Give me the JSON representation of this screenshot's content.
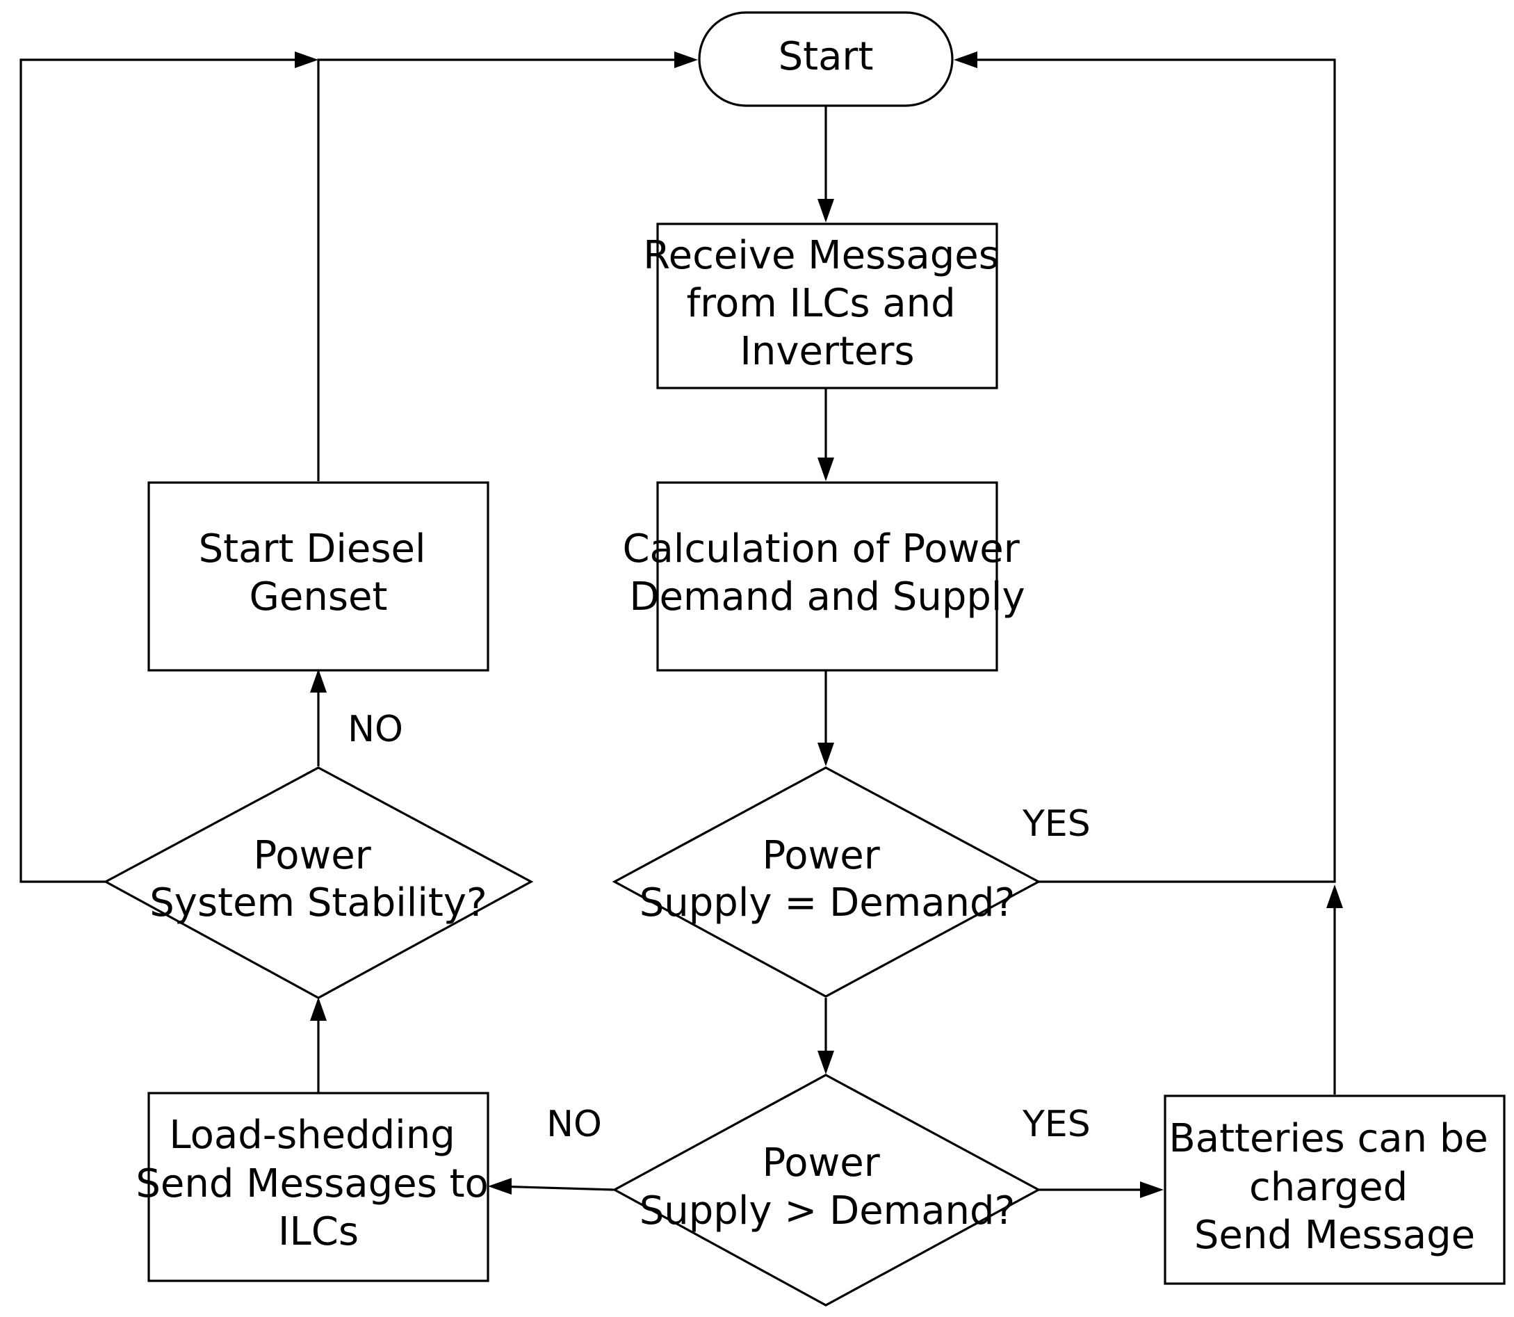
{
  "nodes": {
    "start": {
      "lines": [
        "Start"
      ]
    },
    "receive": {
      "lines": [
        "Receive Messages",
        "from ILCs and",
        "Inverters"
      ]
    },
    "calc": {
      "lines": [
        "Calculation of Power",
        "Demand and Supply"
      ]
    },
    "supply_eq": {
      "lines": [
        "Power",
        "Supply = Demand?"
      ]
    },
    "supply_gt": {
      "lines": [
        "Power",
        "Supply > Demand?"
      ]
    },
    "batteries": {
      "lines": [
        "Batteries can be",
        "charged",
        "Send Message"
      ]
    },
    "loadshed": {
      "lines": [
        "Load-shedding",
        "Send Messages to",
        "ILCs"
      ]
    },
    "stability": {
      "lines": [
        "Power",
        "System Stability?"
      ]
    },
    "diesel": {
      "lines": [
        "Start Diesel",
        "Genset"
      ]
    }
  },
  "edge_labels": {
    "eq_yes": "YES",
    "gt_yes": "YES",
    "gt_no": "NO",
    "stability_no": "NO"
  }
}
